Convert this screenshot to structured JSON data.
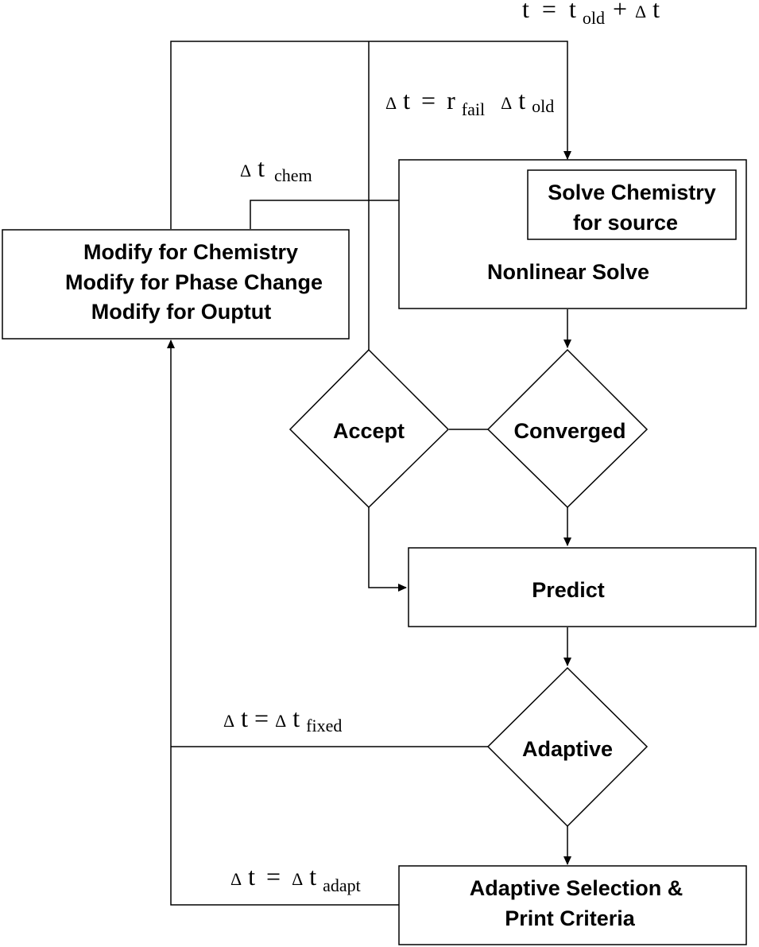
{
  "nodes": {
    "solve_chemistry": {
      "line1": "Solve Chemistry",
      "line2": "for source"
    },
    "nonlinear_solve": {
      "label": "Nonlinear Solve"
    },
    "modify": {
      "line1": "Modify for Chemistry",
      "line2": "Modify for Phase Change",
      "line3": "Modify for Ouptut"
    },
    "accept": {
      "label": "Accept"
    },
    "converged": {
      "label": "Converged"
    },
    "predict": {
      "label": "Predict"
    },
    "adaptive": {
      "label": "Adaptive"
    },
    "adaptive_selection": {
      "line1": "Adaptive Selection &",
      "line2": "Print Criteria"
    }
  },
  "edge_labels": {
    "time_update": {
      "lhs": "t",
      "eq": "=",
      "var": "t",
      "sub": "old",
      "plus": "+",
      "delta": "Δ",
      "var2": "t"
    },
    "fail": {
      "delta": "Δ",
      "var": "t",
      "eq": "=",
      "r": "r",
      "r_sub": "fail",
      "delta2": "Δ",
      "var2": "t",
      "sub2": "old"
    },
    "chem": {
      "delta": "Δ",
      "var": "t",
      "sub": "chem"
    },
    "fixed": {
      "delta": "Δ",
      "var": "t",
      "eq": "=",
      "delta2": "Δ",
      "var2": "t",
      "sub": "fixed"
    },
    "adapt": {
      "delta": "Δ",
      "var": "t",
      "eq": "=",
      "delta2": "Δ",
      "var2": "t",
      "sub": "adapt"
    }
  }
}
